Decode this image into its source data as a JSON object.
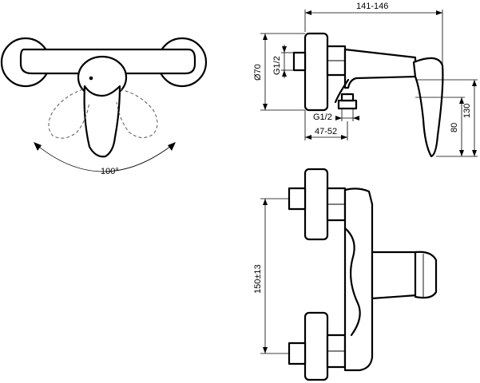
{
  "labels": {
    "rotation_angle": "100°",
    "overall_depth": "141-146",
    "rosette_diameter": "Ø70",
    "inlet_thread": "G1/2",
    "outlet_thread": "G1/2",
    "outlet_offset": "47-52",
    "handle_height": "80",
    "total_height": "130",
    "inlet_spacing": "150±13"
  }
}
